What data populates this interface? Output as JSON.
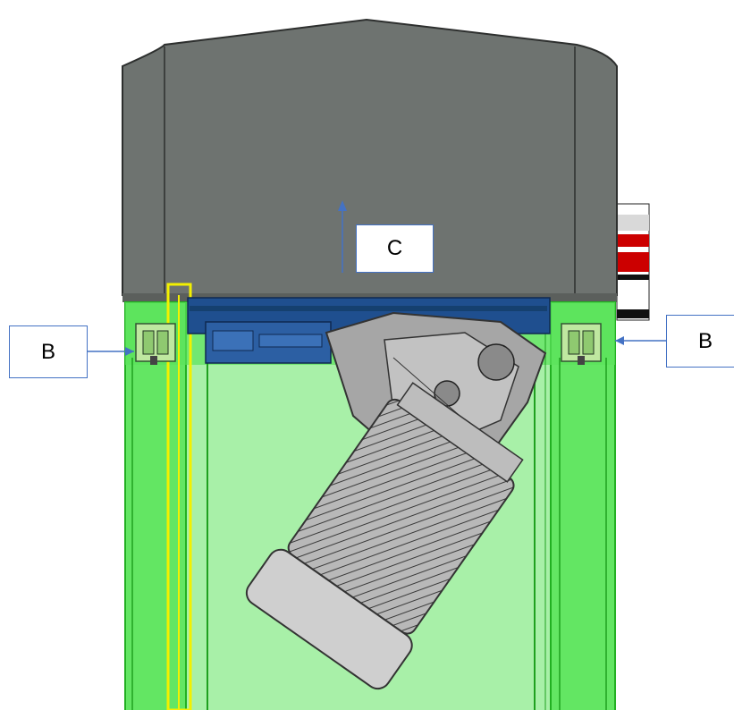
{
  "figure": {
    "description_labels": {
      "left_callout": "B",
      "right_callout": "B",
      "top_callout": "C"
    }
  },
  "colors": {
    "housing": "#6e7370",
    "housing_edge": "#3a3d3b",
    "frame_green": "#5ee85e",
    "frame_green_light": "#a8f0a8",
    "frame_green_dark": "#2fbf2f",
    "frame_blue": "#1f4f8f",
    "motor_grey": "#b5b5b5",
    "motor_dark": "#6a6a6a",
    "yellow_bar": "#f3f000",
    "arrow_blue": "#4472c4",
    "indicator_red": "#d40000"
  }
}
